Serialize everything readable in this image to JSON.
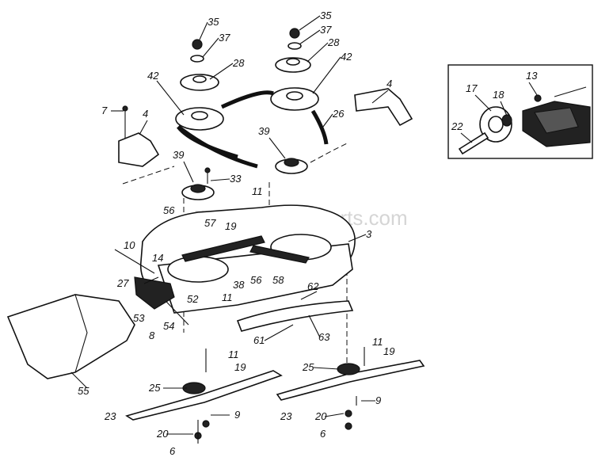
{
  "watermark": "eReplacementParts.com",
  "labels": [
    {
      "id": "35a",
      "text": "35"
    },
    {
      "id": "37a",
      "text": "37"
    },
    {
      "id": "28a",
      "text": "28"
    },
    {
      "id": "42a",
      "text": "42"
    },
    {
      "id": "35b",
      "text": "35"
    },
    {
      "id": "37b",
      "text": "37"
    },
    {
      "id": "28b",
      "text": "28"
    },
    {
      "id": "42b",
      "text": "42"
    },
    {
      "id": "7",
      "text": "7"
    },
    {
      "id": "4a",
      "text": "4"
    },
    {
      "id": "4b",
      "text": "4"
    },
    {
      "id": "26",
      "text": "26"
    },
    {
      "id": "39a",
      "text": "39"
    },
    {
      "id": "39b",
      "text": "39"
    },
    {
      "id": "33",
      "text": "33"
    },
    {
      "id": "11a",
      "text": "11"
    },
    {
      "id": "19a",
      "text": "19"
    },
    {
      "id": "56a",
      "text": "56"
    },
    {
      "id": "57",
      "text": "57"
    },
    {
      "id": "3",
      "text": "3"
    },
    {
      "id": "10",
      "text": "10"
    },
    {
      "id": "14",
      "text": "14"
    },
    {
      "id": "27",
      "text": "27"
    },
    {
      "id": "38",
      "text": "38"
    },
    {
      "id": "56b",
      "text": "56"
    },
    {
      "id": "58",
      "text": "58"
    },
    {
      "id": "62",
      "text": "62"
    },
    {
      "id": "52",
      "text": "52"
    },
    {
      "id": "11b",
      "text": "11"
    },
    {
      "id": "53",
      "text": "53"
    },
    {
      "id": "54",
      "text": "54"
    },
    {
      "id": "8",
      "text": "8"
    },
    {
      "id": "61",
      "text": "61"
    },
    {
      "id": "63",
      "text": "63"
    },
    {
      "id": "55",
      "text": "55"
    },
    {
      "id": "11c",
      "text": "11"
    },
    {
      "id": "19b",
      "text": "19"
    },
    {
      "id": "25a",
      "text": "25"
    },
    {
      "id": "11d",
      "text": "11"
    },
    {
      "id": "19c",
      "text": "19"
    },
    {
      "id": "25b",
      "text": "25"
    },
    {
      "id": "9a",
      "text": "9"
    },
    {
      "id": "9b",
      "text": "9"
    },
    {
      "id": "23a",
      "text": "23"
    },
    {
      "id": "23b",
      "text": "23"
    },
    {
      "id": "20a",
      "text": "20"
    },
    {
      "id": "20b",
      "text": "20"
    },
    {
      "id": "6a",
      "text": "6"
    },
    {
      "id": "6b",
      "text": "6"
    },
    {
      "id": "17",
      "text": "17"
    },
    {
      "id": "18",
      "text": "18"
    },
    {
      "id": "13",
      "text": "13"
    },
    {
      "id": "22",
      "text": "22"
    }
  ]
}
